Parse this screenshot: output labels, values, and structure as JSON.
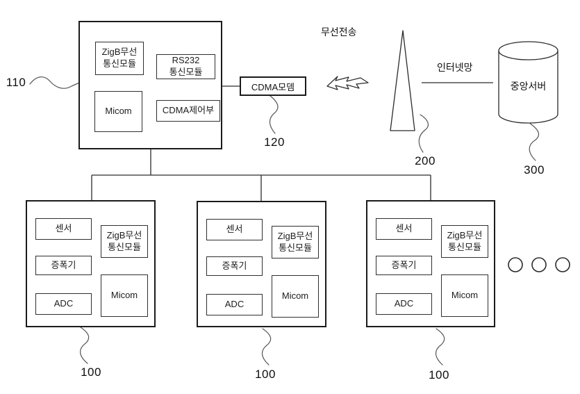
{
  "figure": {
    "background": "#ffffff",
    "line_color": "#2a2a2a",
    "squiggle_color": "#555555"
  },
  "main_unit": {
    "ref_label": "110",
    "zigb_module": "ZigB무선\n통신모듈",
    "rs232_module": "RS232\n통신모듈",
    "micom": "Micom",
    "cdma_control": "CDMA제어부"
  },
  "cdma_modem": {
    "label": "CDMA모뎀",
    "ref_label": "120"
  },
  "wireless": {
    "label": "무선전송"
  },
  "tower": {
    "ref_label": "200"
  },
  "internet": {
    "label": "인터넷망"
  },
  "server": {
    "label": "중앙서버",
    "ref_label": "300"
  },
  "sensor_nodes": [
    {
      "ref_label": "100",
      "sensor": "센서",
      "amplifier": "증폭기",
      "adc": "ADC",
      "zigb_module": "ZigB무선\n통신모듈",
      "micom": "Micom"
    },
    {
      "ref_label": "100",
      "sensor": "센서",
      "amplifier": "증폭기",
      "adc": "ADC",
      "zigb_module": "ZigB무선\n통신모듈",
      "micom": "Micom"
    },
    {
      "ref_label": "100",
      "sensor": "센서",
      "amplifier": "증폭기",
      "adc": "ADC",
      "zigb_module": "ZigB무선\n통신모듈",
      "micom": "Micom"
    }
  ]
}
